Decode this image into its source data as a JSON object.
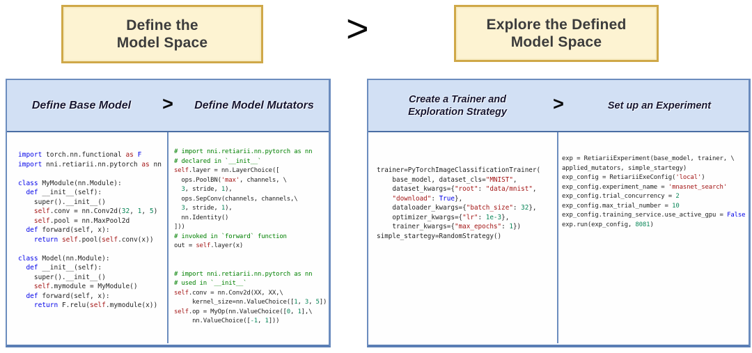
{
  "top_flow": {
    "step1_label": "Define the\nModel Space",
    "arrow": ">",
    "step2_label": "Explore the Defined\nModel Space"
  },
  "panels": {
    "model_space": {
      "header": {
        "left_title": "Define Base Model",
        "arrow": ">",
        "right_title": "Define Model Mutators"
      },
      "base_model_code": [
        [
          [
            "k",
            "import"
          ],
          [
            "p",
            " torch.nn.functional "
          ],
          [
            "r",
            "as"
          ],
          [
            "b",
            " F"
          ]
        ],
        [
          [
            "k",
            "import"
          ],
          [
            "p",
            " nni.retiarii.nn.pytorch "
          ],
          [
            "r",
            "as"
          ],
          [
            "p",
            " nn"
          ]
        ],
        [],
        [
          [
            "k",
            "class"
          ],
          [
            "p",
            " MyModule(nn.Module):"
          ]
        ],
        [
          [
            "p",
            "  "
          ],
          [
            "k",
            "def"
          ],
          [
            "p",
            " __init__(self):"
          ]
        ],
        [
          [
            "p",
            "    super().__init__()"
          ]
        ],
        [
          [
            "p",
            "    "
          ],
          [
            "r",
            "self"
          ],
          [
            "p",
            ".conv = nn.Conv2d("
          ],
          [
            "n",
            "32"
          ],
          [
            "p",
            ", "
          ],
          [
            "n",
            "1"
          ],
          [
            "p",
            ", "
          ],
          [
            "n",
            "5"
          ],
          [
            "p",
            ")"
          ]
        ],
        [
          [
            "p",
            "    "
          ],
          [
            "r",
            "self"
          ],
          [
            "p",
            ".pool = nn.MaxPool2d"
          ]
        ],
        [
          [
            "p",
            "  "
          ],
          [
            "k",
            "def"
          ],
          [
            "p",
            " forward(self, x):"
          ]
        ],
        [
          [
            "p",
            "    "
          ],
          [
            "k",
            "return"
          ],
          [
            "p",
            " "
          ],
          [
            "r",
            "self"
          ],
          [
            "p",
            ".pool("
          ],
          [
            "r",
            "self"
          ],
          [
            "p",
            ".conv(x))"
          ]
        ],
        [],
        [
          [
            "k",
            "class"
          ],
          [
            "p",
            " Model(nn.Module):"
          ]
        ],
        [
          [
            "p",
            "  "
          ],
          [
            "k",
            "def"
          ],
          [
            "p",
            " __init__(self):"
          ]
        ],
        [
          [
            "p",
            "    super().__init__()"
          ]
        ],
        [
          [
            "p",
            "    "
          ],
          [
            "r",
            "self"
          ],
          [
            "p",
            ".mymodule = MyModule()"
          ]
        ],
        [
          [
            "p",
            "  "
          ],
          [
            "k",
            "def"
          ],
          [
            "p",
            " forward(self, x):"
          ]
        ],
        [
          [
            "p",
            "    "
          ],
          [
            "k",
            "return"
          ],
          [
            "p",
            " F.relu("
          ],
          [
            "r",
            "self"
          ],
          [
            "p",
            ".mymodule(x))"
          ]
        ]
      ],
      "mutators_code": [
        [
          [
            "c",
            "# import nni.retiarii.nn.pytorch as nn"
          ]
        ],
        [
          [
            "c",
            "# declared in `__init__`"
          ]
        ],
        [
          [
            "r",
            "self"
          ],
          [
            "p",
            ".layer = nn.LayerChoice(["
          ]
        ],
        [
          [
            "p",
            "  ops.PoolBN("
          ],
          [
            "r",
            "'max'"
          ],
          [
            "p",
            ", channels, \\"
          ]
        ],
        [
          [
            "p",
            "  "
          ],
          [
            "n",
            "3"
          ],
          [
            "p",
            ", stride, "
          ],
          [
            "n",
            "1"
          ],
          [
            "p",
            "),"
          ]
        ],
        [
          [
            "p",
            "  ops.SepConv(channels, channels,\\"
          ]
        ],
        [
          [
            "p",
            "  "
          ],
          [
            "n",
            "3"
          ],
          [
            "p",
            ", stride, "
          ],
          [
            "n",
            "1"
          ],
          [
            "p",
            "),"
          ]
        ],
        [
          [
            "p",
            "  nn.Identity()"
          ]
        ],
        [
          [
            "p",
            "]))"
          ]
        ],
        [
          [
            "c",
            "# invoked in `forward` function"
          ]
        ],
        [
          [
            "p",
            "out = "
          ],
          [
            "r",
            "self"
          ],
          [
            "p",
            ".layer(x)"
          ]
        ],
        [],
        [],
        [
          [
            "c",
            "# import nni.retiarii.nn.pytorch as nn"
          ]
        ],
        [
          [
            "c",
            "# used in `__init__`"
          ]
        ],
        [
          [
            "r",
            "self"
          ],
          [
            "p",
            ".conv = nn.Conv2d(XX, XX,\\"
          ]
        ],
        [
          [
            "p",
            "     kernel_size=nn.ValueChoice(["
          ],
          [
            "n",
            "1"
          ],
          [
            "p",
            ", "
          ],
          [
            "n",
            "3"
          ],
          [
            "p",
            ", "
          ],
          [
            "n",
            "5"
          ],
          [
            "p",
            "])"
          ]
        ],
        [
          [
            "r",
            "self"
          ],
          [
            "p",
            ".op = MyOp(nn.ValueChoice(["
          ],
          [
            "n",
            "0"
          ],
          [
            "p",
            ", "
          ],
          [
            "n",
            "1"
          ],
          [
            "p",
            "],\\"
          ]
        ],
        [
          [
            "p",
            "     nn.ValueChoice(["
          ],
          [
            "n",
            "-1"
          ],
          [
            "p",
            ", "
          ],
          [
            "n",
            "1"
          ],
          [
            "p",
            "]))"
          ]
        ]
      ]
    },
    "explore": {
      "header": {
        "left_title": "Create a Trainer and\nExploration Strategy",
        "arrow": ">",
        "right_title": "Set up an Experiment"
      },
      "trainer_code": [
        [
          [
            "p",
            "trainer=PyTorchImageClassificationTrainer("
          ]
        ],
        [
          [
            "p",
            "    base_model, dataset_cls="
          ],
          [
            "r",
            "\"MNIST\""
          ],
          [
            "p",
            ","
          ]
        ],
        [
          [
            "p",
            "    dataset_kwargs={"
          ],
          [
            "r",
            "\"root\""
          ],
          [
            "p",
            ": "
          ],
          [
            "r",
            "\"data/mnist\""
          ],
          [
            "p",
            ","
          ]
        ],
        [
          [
            "p",
            "    "
          ],
          [
            "r",
            "\"download\""
          ],
          [
            "p",
            ": "
          ],
          [
            "b",
            "True"
          ],
          [
            "p",
            "},"
          ]
        ],
        [
          [
            "p",
            "    dataloader_kwargs={"
          ],
          [
            "r",
            "\"batch_size\""
          ],
          [
            "p",
            ": "
          ],
          [
            "n",
            "32"
          ],
          [
            "p",
            "},"
          ]
        ],
        [
          [
            "p",
            "    optimizer_kwargs={"
          ],
          [
            "r",
            "\"lr\""
          ],
          [
            "p",
            ": "
          ],
          [
            "n",
            "1e-3"
          ],
          [
            "p",
            "},"
          ]
        ],
        [
          [
            "p",
            "    trainer_kwargs={"
          ],
          [
            "r",
            "\"max_epochs\""
          ],
          [
            "p",
            ": "
          ],
          [
            "n",
            "1"
          ],
          [
            "p",
            "})"
          ]
        ],
        [
          [
            "p",
            "simple_startegy=RandomStrategy()"
          ]
        ]
      ],
      "experiment_code": [
        [
          [
            "p",
            "exp = RetiariiExperiment(base_model, trainer, \\"
          ]
        ],
        [
          [
            "p",
            "applied_mutators, simple_startegy)"
          ]
        ],
        [
          [
            "p",
            "exp_config = RetiariiExeConfig("
          ],
          [
            "r",
            "'local'"
          ],
          [
            "p",
            ")"
          ]
        ],
        [
          [
            "p",
            "exp_config.experiment_name = "
          ],
          [
            "r",
            "'mnasnet_search'"
          ]
        ],
        [
          [
            "p",
            "exp_config.trial_concurrency = "
          ],
          [
            "n",
            "2"
          ]
        ],
        [
          [
            "p",
            "exp_config.max_trial_number = "
          ],
          [
            "n",
            "10"
          ]
        ],
        [
          [
            "p",
            "exp_config.training_service.use_active_gpu = "
          ],
          [
            "b",
            "False"
          ]
        ],
        [
          [
            "p",
            "exp.run(exp_config, "
          ],
          [
            "n",
            "8081"
          ],
          [
            "p",
            ")"
          ]
        ]
      ]
    }
  },
  "colors": {
    "keyword": "#0000e8",
    "string_and_self": "#a31515",
    "number": "#098658",
    "comment": "#008000",
    "plain_code": "#1e1e1e",
    "flow_box_fill": "#fdf3d2",
    "flow_box_border": "#cfa848",
    "panel_border": "#6b8cbe",
    "panel_header_fill": "#d2e0f4",
    "header_text": "#161632"
  }
}
